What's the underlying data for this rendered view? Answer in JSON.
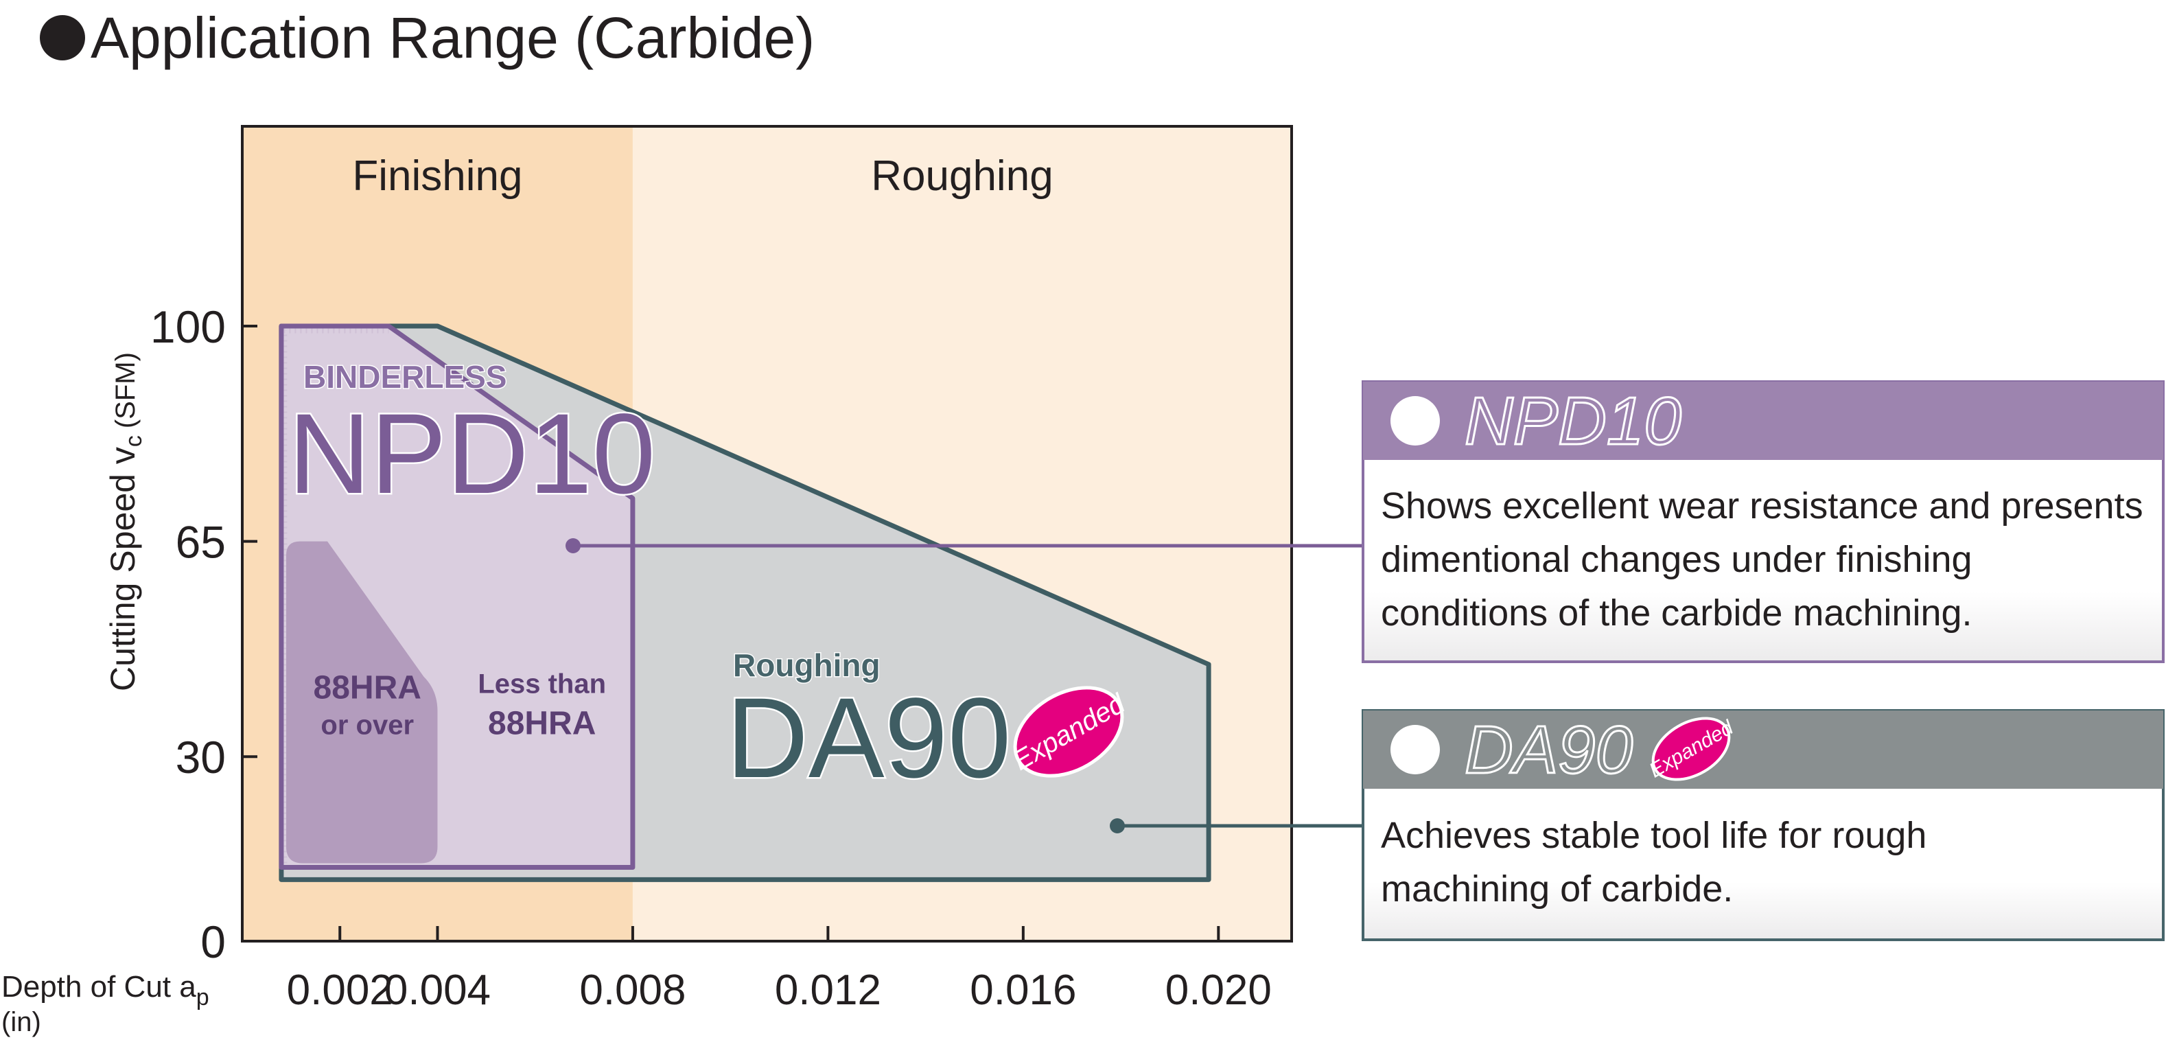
{
  "title": "Application Range (Carbide)",
  "chart_data": {
    "type": "area",
    "title": "Application Range (Carbide)",
    "xlabel": "Depth of Cut a",
    "xlabel_sub": "p",
    "xunit": "(in)",
    "ylabel": "Cutting Speed v",
    "ylabel_sub": "c",
    "yunit": "(SFM)",
    "x_ticks": [
      "0.002",
      "0.004",
      "0.008",
      "0.012",
      "0.016",
      "0.020"
    ],
    "y_ticks": [
      "0",
      "30",
      "65",
      "100"
    ],
    "x_tick_values": [
      0.002,
      0.004,
      0.008,
      0.012,
      0.016,
      0.02
    ],
    "y_tick_values": [
      0,
      30,
      65,
      100
    ],
    "xlim": [
      0.0,
      0.0215
    ],
    "bands": [
      {
        "label": "Finishing",
        "x_range": [
          0.0,
          0.008
        ],
        "color": "#fadcb8"
      },
      {
        "label": "Roughing",
        "x_range": [
          0.008,
          0.0215
        ],
        "color": "#fdeedd"
      }
    ],
    "regions": [
      {
        "name": "DA90",
        "label_small": "Roughing",
        "badge": "Expanded",
        "color": "#d1d3d4",
        "edge": "#3f5d63",
        "polygon": [
          [
            0.0008,
            100
          ],
          [
            0.004,
            100
          ],
          [
            0.0198,
            45
          ],
          [
            0.0198,
            10
          ],
          [
            0.0008,
            10
          ]
        ]
      },
      {
        "name": "NPD10",
        "label_small": "BINDERLESS",
        "color": "#dacde0",
        "edge": "#7b5d96",
        "polygon": [
          [
            0.0008,
            100
          ],
          [
            0.003,
            100
          ],
          [
            0.008,
            72
          ],
          [
            0.008,
            12
          ],
          [
            0.0008,
            12
          ]
        ]
      }
    ],
    "sub_regions": [
      {
        "label": "88HRA\nor over",
        "label_lines": [
          "88HRA",
          "or over"
        ],
        "color": "#b39cbd",
        "x_range": [
          0.0009,
          0.004
        ],
        "y_range": [
          12,
          65
        ]
      },
      {
        "label": "Less than\n88HRA",
        "label_lines": [
          "Less than",
          "88HRA"
        ],
        "x_range": [
          0.004,
          0.008
        ],
        "y_range": [
          12,
          65
        ]
      }
    ]
  },
  "cards": [
    {
      "name": "NPD10",
      "header_color": "#9d84af",
      "border_color": "#8a6fa4",
      "leader_color": "#7b5d96",
      "lines": [
        "Shows excellent wear resistance and presents",
        "dimentional changes under finishing",
        "conditions of the carbide machining."
      ]
    },
    {
      "name": "DA90",
      "badge": "Expanded",
      "header_color": "#898f90",
      "border_color": "#46646a",
      "leader_color": "#3f5d63",
      "lines": [
        "Achieves stable tool life for rough",
        "machining of carbide."
      ]
    }
  ],
  "colors": {
    "badge": "#e4007f",
    "axis": "#231f20"
  }
}
